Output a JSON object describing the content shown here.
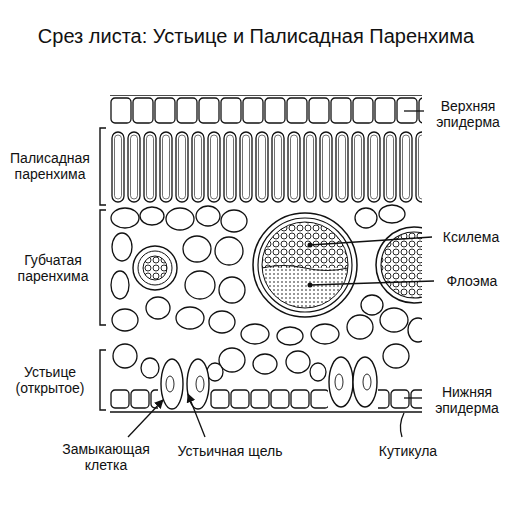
{
  "diagram": {
    "title": "Срез листа: Устьице и Палисадная Паренхима",
    "labels": [
      "Верхняя эпидерма",
      "Палисадная паренхима",
      "Губчатая паренхима",
      "Ксилема",
      "Флоэма",
      "Устьице (открытое)",
      "Нижняя эпидерма",
      "Замыкающая клетка",
      "Устьичная щель",
      "Кутикула"
    ]
  }
}
